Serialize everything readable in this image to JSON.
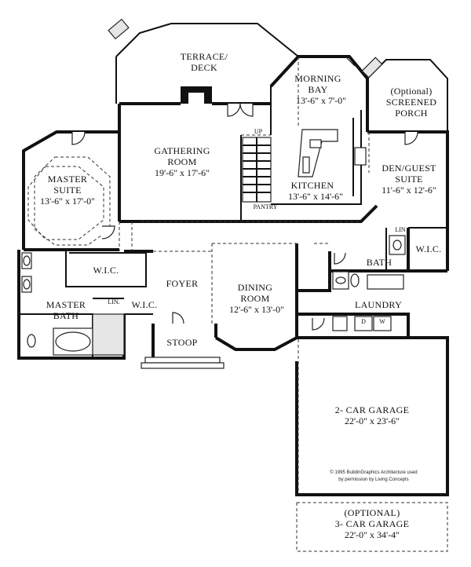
{
  "rooms": {
    "terrace": {
      "line1": "TERRACE/",
      "line2": "DECK"
    },
    "morning_bay": {
      "name": "MORNING",
      "name2": "BAY",
      "dims": "13'-6\" x 7'-0\""
    },
    "screened_porch": {
      "line1": "(Optional)",
      "line2": "SCREENED",
      "line3": "PORCH"
    },
    "gathering": {
      "name": "GATHERING",
      "name2": "ROOM",
      "dims": "19'-6\" x 17'-6\""
    },
    "kitchen": {
      "name": "KITCHEN",
      "dims": "13'-6\" x 14'-6\""
    },
    "pantry": {
      "name": "PANTRY"
    },
    "stair_up": {
      "name": "UP"
    },
    "den": {
      "name": "DEN/GUEST",
      "name2": "SUITE",
      "dims": "11'-6\" x 12'-6\""
    },
    "master_suite": {
      "name": "MASTER",
      "name2": "SUITE",
      "dims": "13'-6\" x 17'-0\""
    },
    "wic_master": {
      "name": "W.I.C."
    },
    "wic_foyer": {
      "name": "W.I.C."
    },
    "wic_den": {
      "name": "W.I.C."
    },
    "lin_master": {
      "name": "LIN."
    },
    "lin_den": {
      "name": "LIN"
    },
    "master_bath": {
      "name": "MASTER",
      "name2": "BATH"
    },
    "foyer": {
      "name": "FOYER"
    },
    "stoop": {
      "name": "STOOP"
    },
    "dining": {
      "name": "DINING",
      "name2": "ROOM",
      "dims": "12'-6\" x 13'-0\""
    },
    "bath": {
      "name": "BATH"
    },
    "laundry": {
      "name": "LAUNDRY",
      "dryer": "D",
      "washer": "W"
    },
    "garage2": {
      "name": "2- CAR GARAGE",
      "dims": "22'-0\" x 23'-6\""
    },
    "garage3": {
      "line1": "(OPTIONAL)",
      "line2": "3- CAR GARAGE",
      "dims": "22'-0\" x 34'-4\""
    }
  },
  "copyright": {
    "line1": "© 1995 BuildinGraphics Architecture used",
    "line2": "by permission by Living Concepts"
  }
}
